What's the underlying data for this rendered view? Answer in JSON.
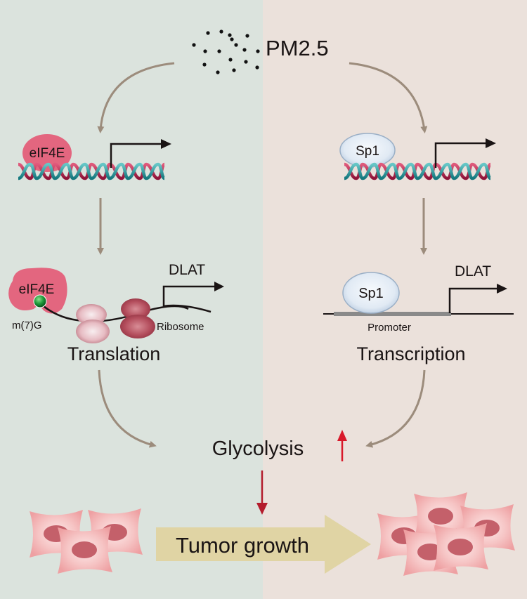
{
  "colors": {
    "left_panel": "#dbe3dd",
    "right_panel": "#ebe1db",
    "flow_arrow": "#9c8c7c",
    "eif4e": "#e3667f",
    "sp1_fill": "#e6eef6",
    "sp1_stroke": "#9aafc6",
    "dna_teal": "#1f9aa0",
    "dna_crimson": "#b8204c",
    "ribosome_light": "#e8b8c0",
    "ribosome_dark": "#b04a5a",
    "cap_green": "#1e9a3a",
    "promoter": "#8a8a8a",
    "up_arrow": "#d8192a",
    "down_arrow": "#b41c2c",
    "tumor_arrow": "#e0d4a4",
    "cell_body": "#f3b7b7",
    "cell_nucleus": "#c4606a",
    "text": "#1a1414"
  },
  "source": {
    "label": "PM2.5",
    "particle_icon": "particle-dots"
  },
  "left_pathway": {
    "factor_label": "eIF4E",
    "step_label": "Translation",
    "gene_label": "DLAT",
    "cap_label": "m(7)G",
    "ribosome_label": "Ribosome"
  },
  "right_pathway": {
    "factor_label": "Sp1",
    "step_label": "Transcription",
    "gene_label": "DLAT",
    "promoter_label": "Promoter"
  },
  "outcome": {
    "metabolic_label": "Glycolysis",
    "metabolic_change": "up",
    "result_label": "Tumor growth"
  }
}
